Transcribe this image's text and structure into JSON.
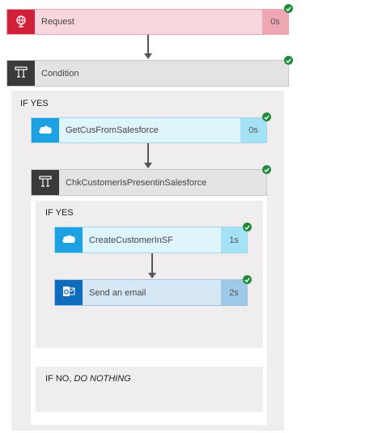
{
  "steps": {
    "request": {
      "label": "Request",
      "duration": "0s",
      "icon": "globe-icon"
    },
    "condition": {
      "label": "Condition",
      "icon": "condition-icon"
    },
    "get_customer": {
      "label": "GetCusFromSalesforce",
      "duration": "0s",
      "icon": "salesforce-icon"
    },
    "chk_customer": {
      "label": "ChkCustomerIsPresentinSalesforce",
      "icon": "condition-icon"
    },
    "create_customer": {
      "label": "CreateCustomerInSF",
      "duration": "1s",
      "icon": "salesforce-icon"
    },
    "send_email": {
      "label": "Send an email",
      "duration": "2s",
      "icon": "outlook-icon"
    }
  },
  "branches": {
    "outer_yes": "IF YES",
    "inner_yes": "IF YES",
    "inner_no_prefix": "IF NO, ",
    "inner_no_suffix": "DO NOTHING"
  },
  "status": {
    "succeeded_icon": "check-circle-icon"
  },
  "colors": {
    "request_icon_bg": "#d0203a",
    "request_body": "#f8d6dd",
    "request_dur": "#f0a7b4",
    "condition_icon_bg": "#3a3a3a",
    "condition_body": "#e3e3e3",
    "salesforce_icon_bg": "#1da1e0",
    "salesforce_body": "#dff5fc",
    "salesforce_dur": "#a5e1f7",
    "outlook_icon_bg": "#0f6cbd",
    "outlook_body": "#d6e8f5",
    "outlook_dur": "#9ec8e7",
    "panel_bg": "#efeded",
    "success": "#1f8b3a"
  }
}
